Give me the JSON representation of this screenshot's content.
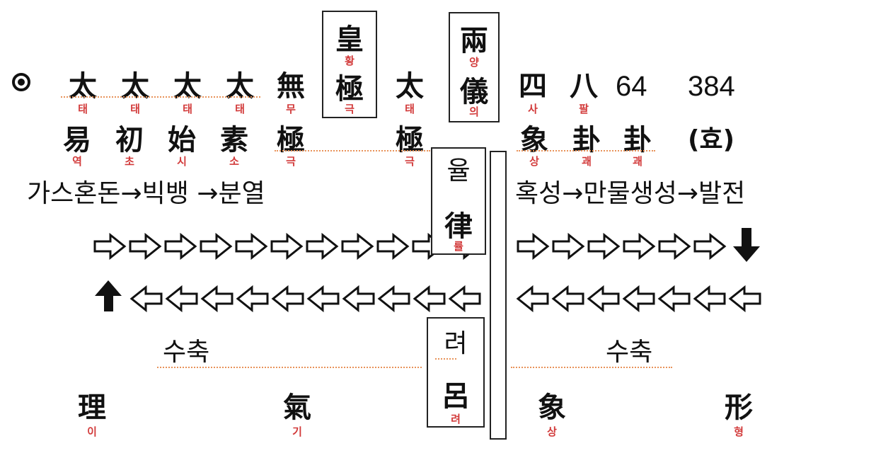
{
  "colors": {
    "ink": "#111111",
    "reading": "#d23a3a",
    "underline": "#e8935a"
  },
  "row1": [
    {
      "key": "tae1",
      "char": "太",
      "reading": "태"
    },
    {
      "key": "tae2",
      "char": "太",
      "reading": "태"
    },
    {
      "key": "tae3",
      "char": "太",
      "reading": "태"
    },
    {
      "key": "tae4",
      "char": "太",
      "reading": "태"
    },
    {
      "key": "mu",
      "char": "無",
      "reading": "무"
    },
    {
      "key": "tae5",
      "char": "太",
      "reading": "태"
    },
    {
      "key": "sa",
      "char": "四",
      "reading": "사"
    },
    {
      "key": "pal",
      "char": "八",
      "reading": "팔"
    }
  ],
  "row1_numbers": [
    "64",
    "384"
  ],
  "row2": [
    {
      "key": "yeok",
      "char": "易",
      "reading": "역"
    },
    {
      "key": "cho",
      "char": "初",
      "reading": "초"
    },
    {
      "key": "si",
      "char": "始",
      "reading": "시"
    },
    {
      "key": "so",
      "char": "素",
      "reading": "소"
    },
    {
      "key": "geuk1",
      "char": "極",
      "reading": "극"
    },
    {
      "key": "geuk2",
      "char": "極",
      "reading": "극"
    },
    {
      "key": "sang",
      "char": "象",
      "reading": "상"
    },
    {
      "key": "gwae1",
      "char": "卦",
      "reading": "괘"
    },
    {
      "key": "gwae2",
      "char": "卦",
      "reading": "괘"
    }
  ],
  "row2_paren": "(효)",
  "hwang_box": {
    "top": "皇",
    "top_reading": "황",
    "bottom": "極",
    "bottom_reading": "극"
  },
  "yang_box": {
    "top": "兩",
    "top_reading": "양",
    "bottom": "儀",
    "bottom_reading": "의"
  },
  "yul_box": {
    "top": "율",
    "bottom": "律",
    "bottom_reading": "률"
  },
  "ryeo_box": {
    "top": "려",
    "bottom": "呂",
    "bottom_reading": "려"
  },
  "process_left": "가스혼돈→빅뱅 →분열",
  "process_right": "혹성→만물생성→발전",
  "contraction_left": "수축",
  "contraction_right": "수축",
  "bottom": [
    {
      "key": "ri",
      "char": "理",
      "reading": "이"
    },
    {
      "key": "gi",
      "char": "氣",
      "reading": "기"
    },
    {
      "key": "sang2",
      "char": "象",
      "reading": "상"
    },
    {
      "key": "hyeong",
      "char": "形",
      "reading": "형"
    }
  ],
  "icons": {
    "bullet": "circled-dot-icon",
    "up": "up-arrow-icon",
    "down": "down-arrow-icon",
    "right": "hollow-right-arrow-icon",
    "left": "hollow-left-arrow-icon"
  }
}
